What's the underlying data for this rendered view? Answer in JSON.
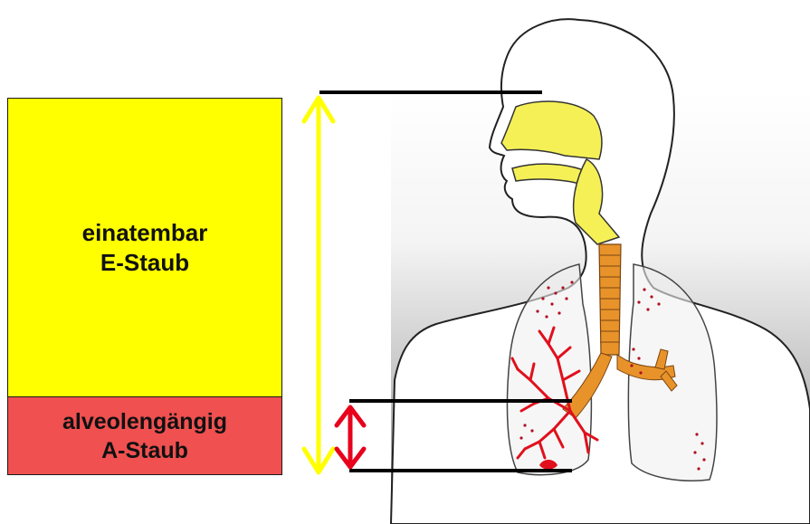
{
  "colors": {
    "e_dust": "#ffff00",
    "a_dust": "#f05050",
    "yellow_arrow": "#ffff00",
    "red_arrow": "#e8001c",
    "marker_line": "#000000",
    "airway_yellow": "#f5f056",
    "trachea_orange": "#e8932a",
    "alveoli_red": "#e0101c"
  },
  "boxes": {
    "inhalable": {
      "line1": "einatembar",
      "line2": "E-Staub"
    },
    "respirable": {
      "line1": "alveolengängig",
      "line2": "A-Staub"
    }
  }
}
